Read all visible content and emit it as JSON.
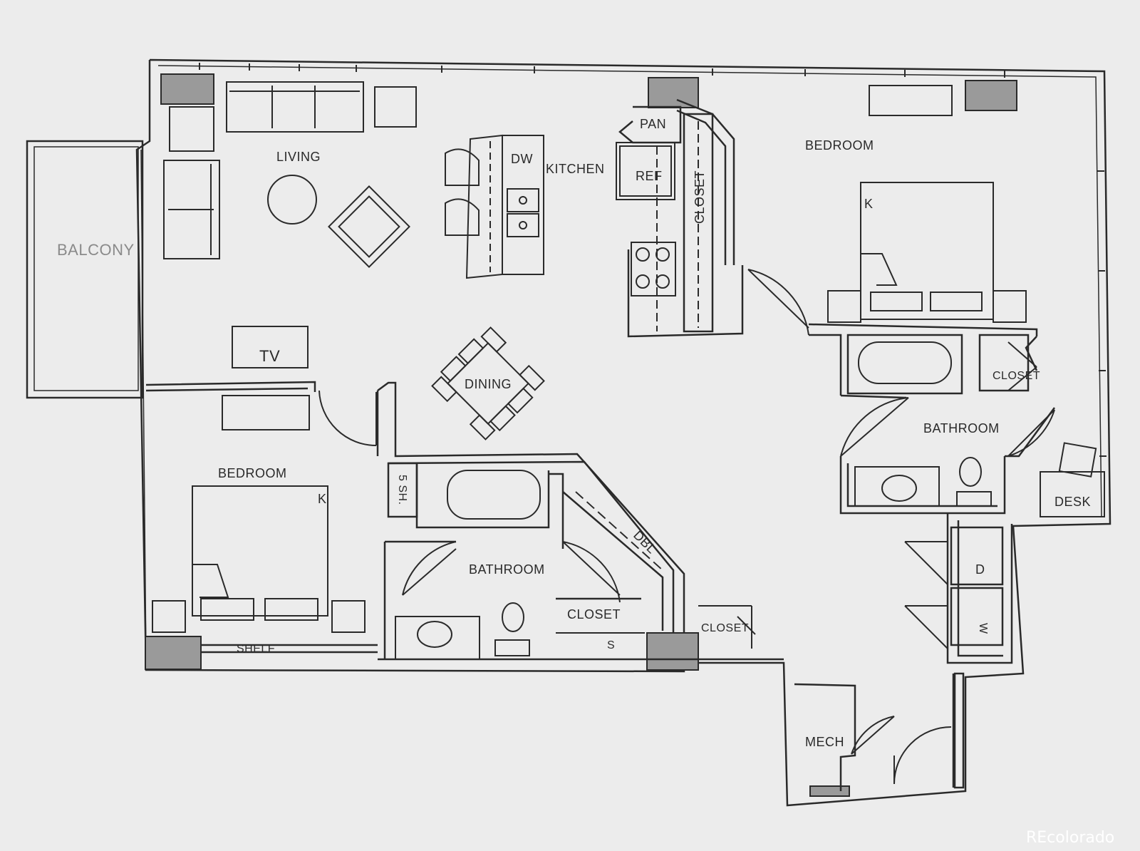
{
  "colors": {
    "paper": "#ececec",
    "line": "#2a2a2a",
    "column_fill": "#9a9a9a",
    "watermark": "#ffffff"
  },
  "rooms": {
    "balcony": "BALCONY",
    "living": "LIVING",
    "kitchen": "KITCHEN",
    "dining": "DINING",
    "bedroom_main": "BEDROOM",
    "bedroom_second": "BEDROOM",
    "bathroom_main": "BATHROOM",
    "bathroom_second": "BATHROOM",
    "mech": "MECH",
    "desk": "DESK"
  },
  "fixtures": {
    "pantry": "PAN",
    "dishwasher": "DW",
    "refrigerator": "REF",
    "tv": "TV",
    "shelf": "SHELF",
    "double_closet": "DBL",
    "linen_shelves": "5 SH.",
    "king_bed_a": "K",
    "king_bed_b": "K",
    "shelves_mark": "S",
    "dryer": "D",
    "washer": "W"
  },
  "closets": {
    "kitchen_closet": "CLOSET",
    "bedroom_closet": "CLOSET",
    "bath_closet": "CLOSET",
    "hall_closet": "CLOSET"
  },
  "watermark": "REcolorado"
}
